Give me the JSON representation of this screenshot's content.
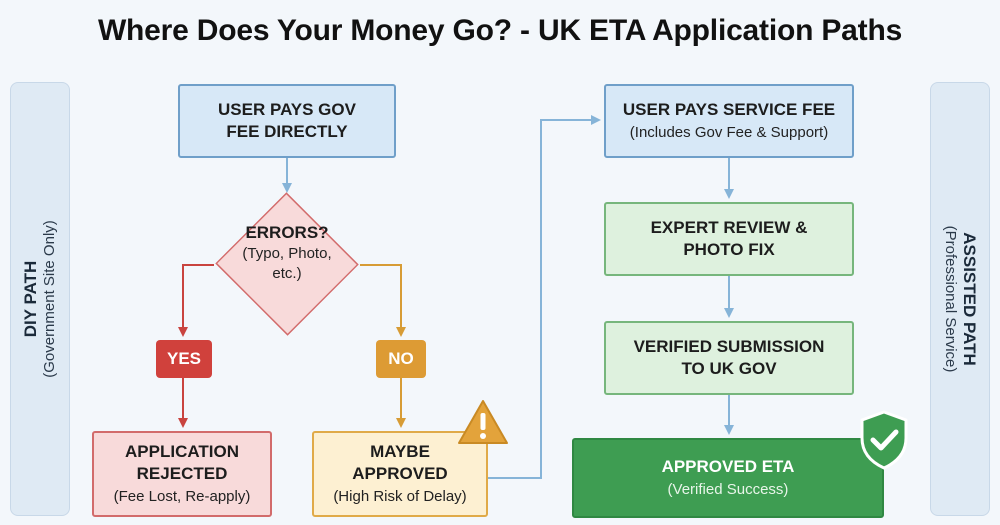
{
  "title": "Where Does Your Money Go? - UK ETA Application Paths",
  "diy": {
    "label": "DIY PATH",
    "sub": "(Government Site Only)"
  },
  "assisted": {
    "label": "ASSISTED PATH",
    "sub": "(Professional Service)"
  },
  "nodes": {
    "pay_gov": {
      "line1": "USER PAYS GOV",
      "line2": "FEE DIRECTLY"
    },
    "errors": {
      "main": "ERRORS?",
      "sub1": "(Typo, Photo,",
      "sub2": "etc.)"
    },
    "yes": "YES",
    "no": "NO",
    "rejected": {
      "line1": "APPLICATION",
      "line2": "REJECTED",
      "sub": "(Fee Lost, Re-apply)"
    },
    "maybe": {
      "line1": "MAYBE",
      "line2": "APPROVED",
      "sub": "(High Risk of Delay)"
    },
    "pay_service": {
      "main": "USER PAYS SERVICE FEE",
      "sub": "(Includes Gov Fee & Support)"
    },
    "expert": {
      "line1": "EXPERT REVIEW &",
      "line2": "PHOTO FIX"
    },
    "verified": {
      "line1": "VERIFIED SUBMISSION",
      "line2": "TO UK GOV"
    },
    "approved": {
      "main": "APPROVED ETA",
      "sub": "(Verified Success)"
    }
  },
  "icons": {
    "warning": "warning-triangle-icon",
    "check": "shield-check-icon"
  },
  "colors": {
    "blue_fill": "#d7e8f7",
    "blue_border": "#6f9fc9",
    "green_fill": "#def1de",
    "green_border": "#76b67c",
    "red": "#d0413c",
    "amber": "#dd9b34",
    "dark_green": "#3e9d52"
  }
}
